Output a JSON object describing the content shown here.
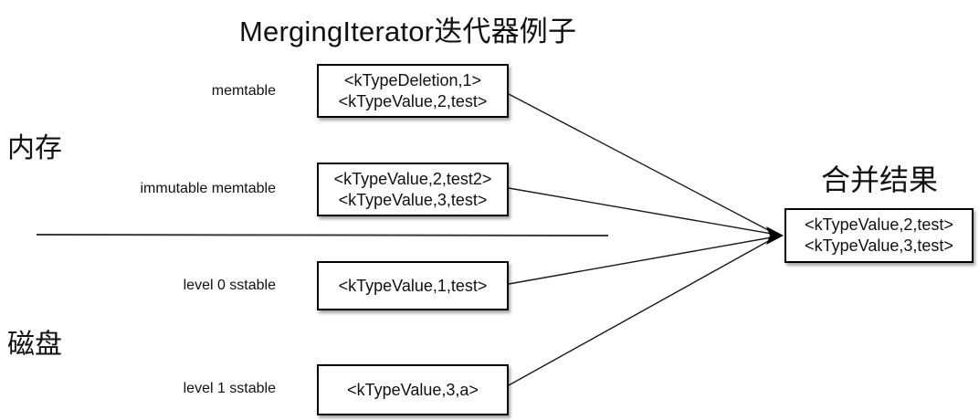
{
  "title": "MergingIterator迭代器例子",
  "sections": {
    "memory_label": "内存",
    "disk_label": "磁盘"
  },
  "sources": [
    {
      "label": "memtable",
      "lines": [
        "<kTypeDeletion,1>",
        "<kTypeValue,2,test>"
      ]
    },
    {
      "label": "immutable memtable",
      "lines": [
        "<kTypeValue,2,test2>",
        "<kTypeValue,3,test>"
      ]
    },
    {
      "label": "level 0 sstable",
      "lines": [
        "<kTypeValue,1,test>"
      ]
    },
    {
      "label": "level 1 sstable",
      "lines": [
        "<kTypeValue,3,a>"
      ]
    }
  ],
  "result": {
    "title": "合并结果",
    "lines": [
      "<kTypeValue,2,test>",
      "<kTypeValue,3,test>"
    ]
  },
  "colors": {
    "line": "#1a1a1a",
    "border": "#000000",
    "background": "#ffffff",
    "text": "#111111"
  }
}
